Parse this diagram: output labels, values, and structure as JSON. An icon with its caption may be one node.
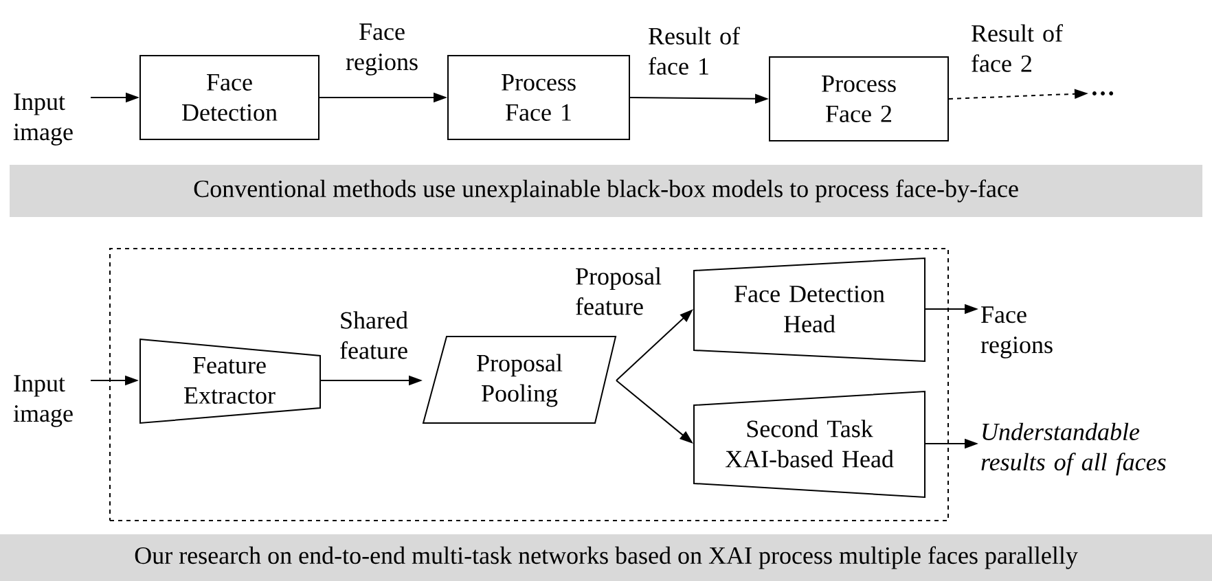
{
  "diagram": {
    "nodes": [
      {
        "text": [
          "Input image"
        ]
      },
      {
        "text": [
          "Face Detection"
        ]
      },
      {
        "text": [
          "Process Face 1"
        ]
      },
      {
        "text": [
          "Process Face 2"
        ]
      },
      {
        "text": [
          "…"
        ]
      },
      {
        "text": [
          "Conventional methods use unexplainable black-box models to process face-by-face"
        ]
      },
      {
        "text": [],
        "shape": "box"
      },
      {
        "text": [
          "Input image"
        ]
      },
      {
        "text": [
          "Feature Extractor"
        ],
        "in": 6
      },
      {
        "text": [
          "Proposal Pooling"
        ],
        "in": 6
      },
      {
        "text": [
          "Face Detection Head"
        ],
        "in": 6
      },
      {
        "text": [
          "Second Task XAI-based Head"
        ],
        "in": 6
      },
      {
        "text": [
          "Face regions"
        ]
      },
      {
        "text": [
          "Understandable results of all faces"
        ]
      },
      {
        "text": [
          "Our research on end-to-end multi-task networks based on XAI process multiple faces parallelly"
        ]
      }
    ],
    "edges": [
      {
        "from": 0,
        "to": 1,
        "arrow": "to"
      },
      {
        "from": 1,
        "to": 2,
        "arrow": "to",
        "label": "Face regions"
      },
      {
        "from": 2,
        "to": 3,
        "arrow": "to",
        "label": "Result of face 1"
      },
      {
        "from": 3,
        "to": 4,
        "arrow": "to",
        "label": "Result of face 2",
        "style": "dashed"
      },
      {
        "from": 7,
        "to": 8,
        "arrow": "to"
      },
      {
        "from": 8,
        "to": 9,
        "arrow": "to",
        "label": "Shared feature"
      },
      {
        "from": 9,
        "to": 10,
        "arrow": "to",
        "label": "Proposal feature"
      },
      {
        "from": 9,
        "to": 11,
        "arrow": "to"
      },
      {
        "from": 10,
        "to": 12,
        "arrow": "to"
      },
      {
        "from": 11,
        "to": 13,
        "arrow": "to"
      }
    ]
  }
}
